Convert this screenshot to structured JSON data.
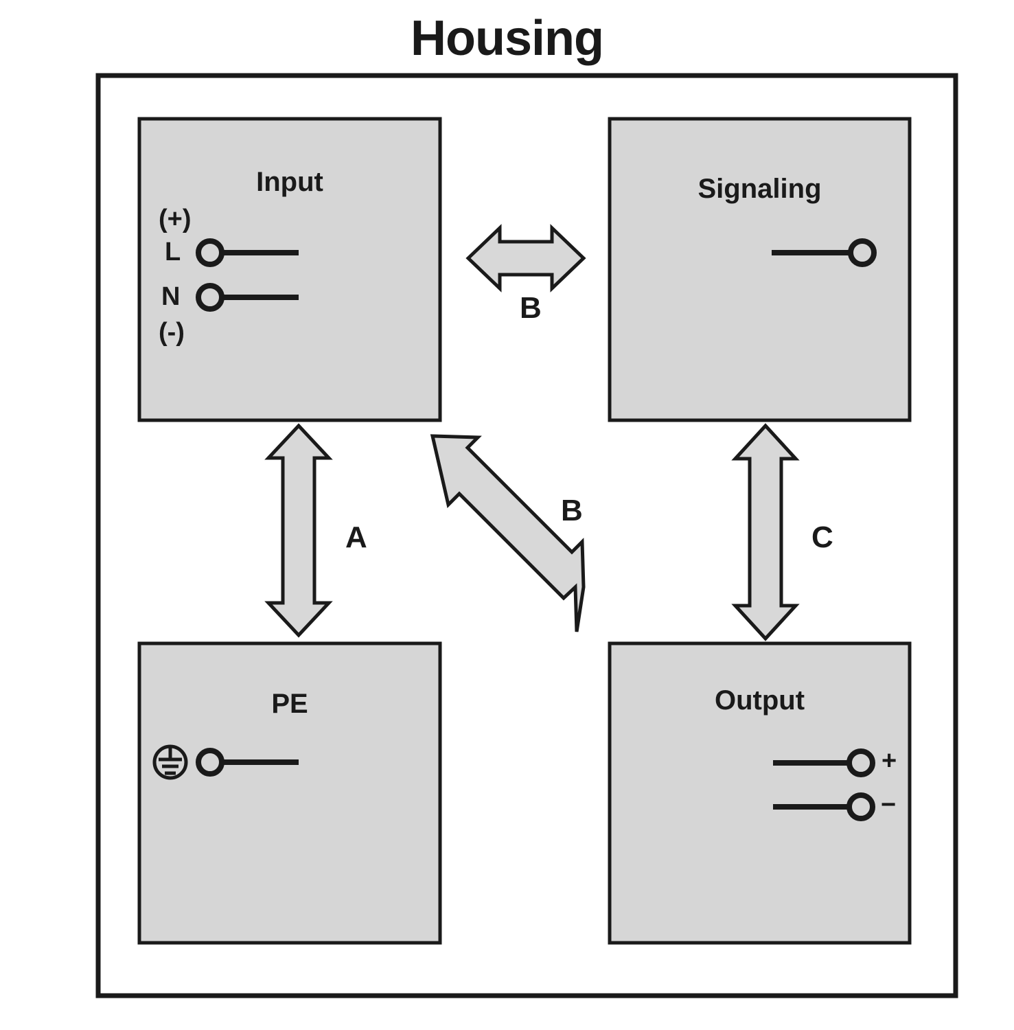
{
  "title": "Housing",
  "colors": {
    "block_fill": "#d6d6d6",
    "arrow_fill": "#d8d8d8",
    "stroke": "#1a1a1a",
    "background": "#ffffff"
  },
  "housing": {
    "name": "Housing",
    "border_color": "#1a1a1a"
  },
  "blocks": {
    "input": {
      "label": "Input",
      "polarity_top": "(+)",
      "polarity_bottom": "(-)",
      "terminals": [
        {
          "label": "L",
          "symbol": "terminal-circle"
        },
        {
          "label": "N",
          "symbol": "terminal-circle"
        }
      ]
    },
    "signaling": {
      "label": "Signaling",
      "terminals": [
        {
          "label": "",
          "symbol": "terminal-circle"
        }
      ]
    },
    "pe": {
      "label": "PE",
      "earth_symbol": "protective-earth-icon",
      "terminals": [
        {
          "label": "",
          "symbol": "terminal-circle"
        }
      ]
    },
    "output": {
      "label": "Output",
      "terminals": [
        {
          "label": "+",
          "symbol": "terminal-circle"
        },
        {
          "label": "−",
          "symbol": "terminal-circle"
        }
      ]
    }
  },
  "arrows": [
    {
      "id": "input-signaling",
      "label": "B",
      "orientation": "horizontal",
      "from": "input",
      "to": "signaling"
    },
    {
      "id": "input-pe",
      "label": "A",
      "orientation": "vertical",
      "from": "input",
      "to": "pe"
    },
    {
      "id": "input-output",
      "label": "B",
      "orientation": "diagonal",
      "from": "input",
      "to": "output"
    },
    {
      "id": "signaling-output",
      "label": "C",
      "orientation": "vertical",
      "from": "signaling",
      "to": "output"
    }
  ]
}
